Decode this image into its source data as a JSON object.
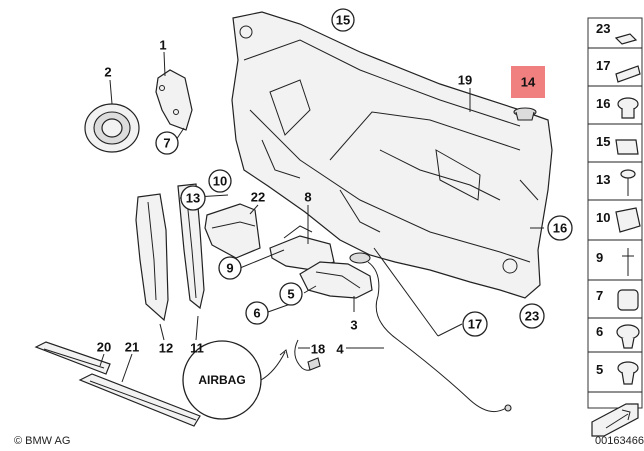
{
  "diagram": {
    "highlight_color": "#f08080",
    "callouts": {
      "c15_top": "15",
      "c19": "19",
      "c14": "14",
      "c1": "1",
      "c2": "2",
      "c7": "7",
      "c10": "10",
      "c13": "13",
      "c22": "22",
      "c8": "8",
      "c9": "9",
      "c16": "16",
      "c6": "6",
      "c5": "5",
      "c3": "3",
      "c17": "17",
      "c23": "23",
      "c4": "4",
      "c18": "18",
      "c12": "12",
      "c11": "11",
      "c20": "20",
      "c21": "21"
    },
    "airbag_label": "AIRBAG",
    "sidebar": {
      "items": [
        {
          "label": "23"
        },
        {
          "label": "17"
        },
        {
          "label": "16"
        },
        {
          "label": "15"
        },
        {
          "label": "13"
        },
        {
          "label": "10"
        },
        {
          "label": "9"
        },
        {
          "label": "7"
        },
        {
          "label": "6"
        },
        {
          "label": "5"
        }
      ]
    },
    "copyright": "© BMW AG",
    "image_number": "00163466"
  }
}
